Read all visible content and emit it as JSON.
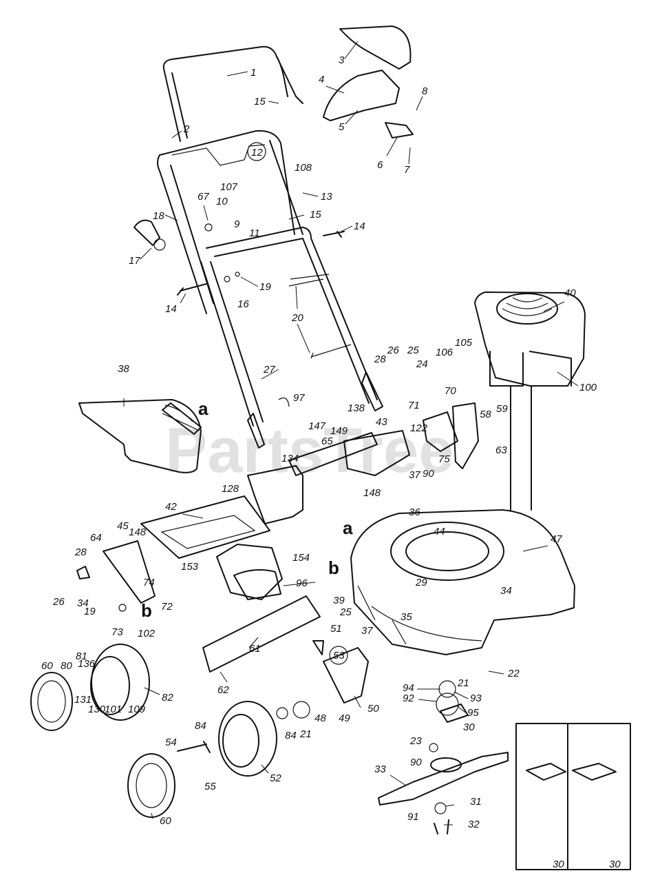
{
  "watermark": "PartsTree",
  "letters": {
    "a": "a",
    "b": "b"
  },
  "labels": [
    "1",
    "2",
    "3",
    "4",
    "5",
    "6",
    "7",
    "8",
    "9",
    "10",
    "11",
    "12",
    "13",
    "14",
    "15",
    "16",
    "17",
    "18",
    "19",
    "20",
    "21",
    "22",
    "23",
    "24",
    "25",
    "26",
    "27",
    "28",
    "29",
    "30",
    "31",
    "32",
    "33",
    "34",
    "35",
    "36",
    "37",
    "38",
    "39",
    "40",
    "42",
    "43",
    "44",
    "45",
    "47",
    "48",
    "49",
    "50",
    "51",
    "52",
    "53",
    "54",
    "55",
    "58",
    "59",
    "60",
    "61",
    "62",
    "63",
    "64",
    "65",
    "67",
    "70",
    "71",
    "72",
    "73",
    "74",
    "75",
    "80",
    "81",
    "82",
    "84",
    "90",
    "91",
    "92",
    "93",
    "94",
    "95",
    "96",
    "97",
    "100",
    "101",
    "102",
    "105",
    "106",
    "107",
    "108",
    "109",
    "122",
    "128",
    "130",
    "131",
    "134",
    "136",
    "138",
    "147",
    "148",
    "149",
    "153",
    "154"
  ]
}
